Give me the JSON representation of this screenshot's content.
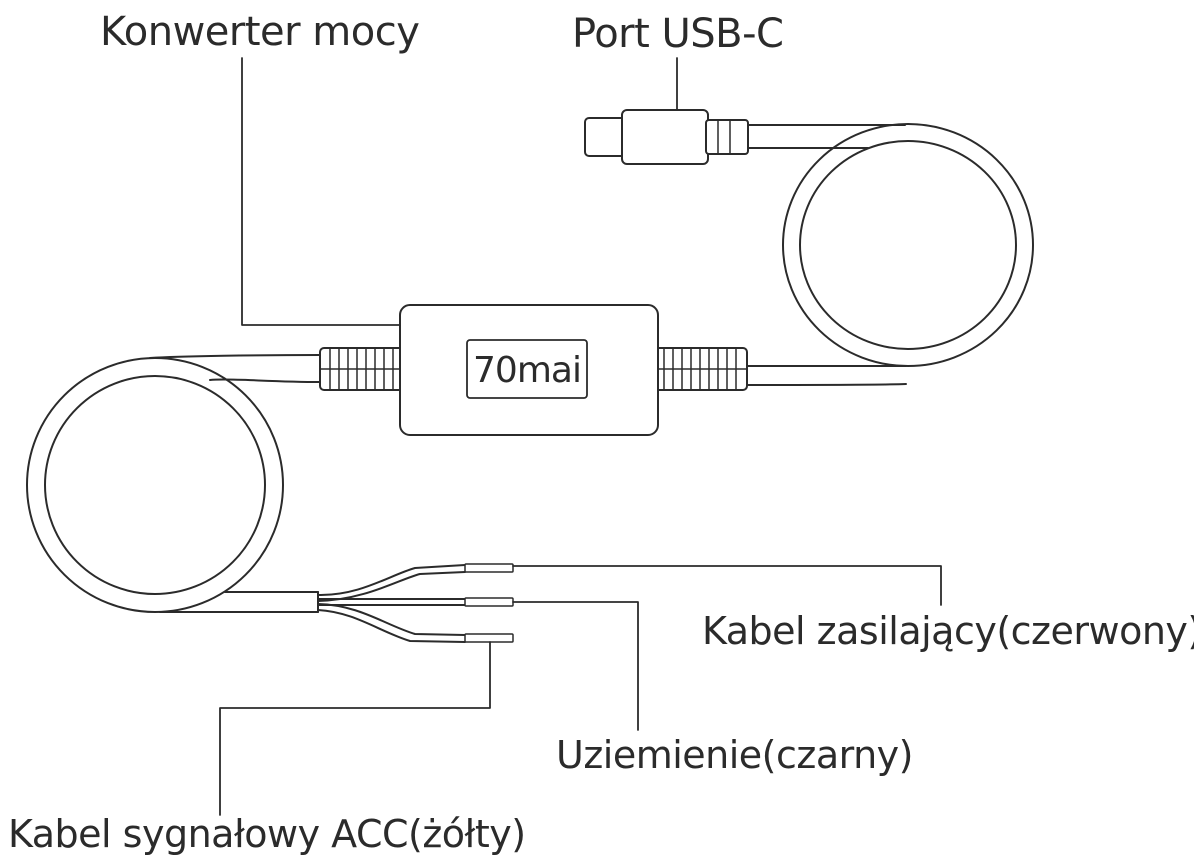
{
  "labels": {
    "converter": "Konwerter mocy",
    "usb_port": "Port USB-C",
    "power_cable": "Kabel zasilający(czerwony)",
    "ground": "Uziemienie(czarny)",
    "acc_signal": "Kabel sygnałowy ACC(żółty)"
  },
  "device": {
    "brand": "70mai"
  },
  "colors": {
    "stroke": "#2b2b2b",
    "background": "#ffffff"
  }
}
